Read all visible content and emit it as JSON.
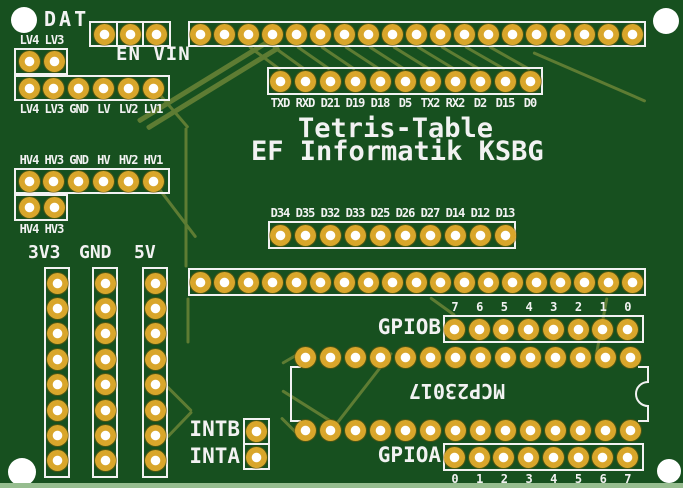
{
  "board": {
    "title_line1": "Tetris-Table",
    "title_line2": "EF Informatik KSBG",
    "ic_label": "MCP23017",
    "colors": {
      "soldermask": "#17501F",
      "trace": "#5E7C33",
      "pad_gold": "#D9A62B",
      "drill_hole": "#FFFFFF",
      "silkscreen": "#F2F2F2",
      "board_edge": "#96BD8F"
    }
  },
  "labels": {
    "dat": "DAT",
    "en_vin": "EN VIN",
    "rail_3v3": "3V3",
    "rail_gnd": "GND",
    "rail_5v": "5V",
    "gpiob": "GPIOB",
    "gpioa": "GPIOA",
    "intb": "INTB",
    "inta": "INTA"
  },
  "headers": [
    {
      "id": "dat",
      "pins": 3
    },
    {
      "id": "lv_top",
      "pins": 2,
      "labels_above": [
        "LV4",
        "LV3"
      ]
    },
    {
      "id": "lv_row",
      "pins": 6,
      "labels_below": [
        "LV4",
        "LV3",
        "GND",
        "LV",
        "LV2",
        "LV1"
      ]
    },
    {
      "id": "esp_top",
      "pins": 19
    },
    {
      "id": "uart",
      "pins": 11,
      "labels_below": [
        "TXD",
        "RXD",
        "D21",
        "D19",
        "D18",
        "D5",
        "TX2",
        "RX2",
        "D2",
        "D15",
        "D0"
      ]
    },
    {
      "id": "hv_row",
      "pins": 6,
      "labels_above": [
        "HV4",
        "HV3",
        "GND",
        "HV",
        "HV2",
        "HV1"
      ]
    },
    {
      "id": "hv_bot",
      "pins": 2,
      "labels_below": [
        "HV4",
        "HV3"
      ]
    },
    {
      "id": "d_row",
      "pins": 10,
      "labels_above": [
        "D34",
        "D35",
        "D32",
        "D33",
        "D25",
        "D26",
        "D27",
        "D14",
        "D12",
        "D13"
      ]
    },
    {
      "id": "rail_3v3",
      "pins": 8
    },
    {
      "id": "rail_gnd",
      "pins": 8
    },
    {
      "id": "rail_5v",
      "pins": 8
    },
    {
      "id": "esp_bot",
      "pins": 19
    },
    {
      "id": "gpiob",
      "pins": 8,
      "labels_above": [
        "7",
        "6",
        "5",
        "4",
        "3",
        "2",
        "1",
        "0"
      ]
    },
    {
      "id": "ic_top",
      "pins": 14
    },
    {
      "id": "ic_bot",
      "pins": 14
    },
    {
      "id": "gpioa",
      "pins": 8,
      "labels_below": [
        "0",
        "1",
        "2",
        "3",
        "4",
        "5",
        "6",
        "7"
      ]
    },
    {
      "id": "int_hdr",
      "pins": 2
    }
  ]
}
